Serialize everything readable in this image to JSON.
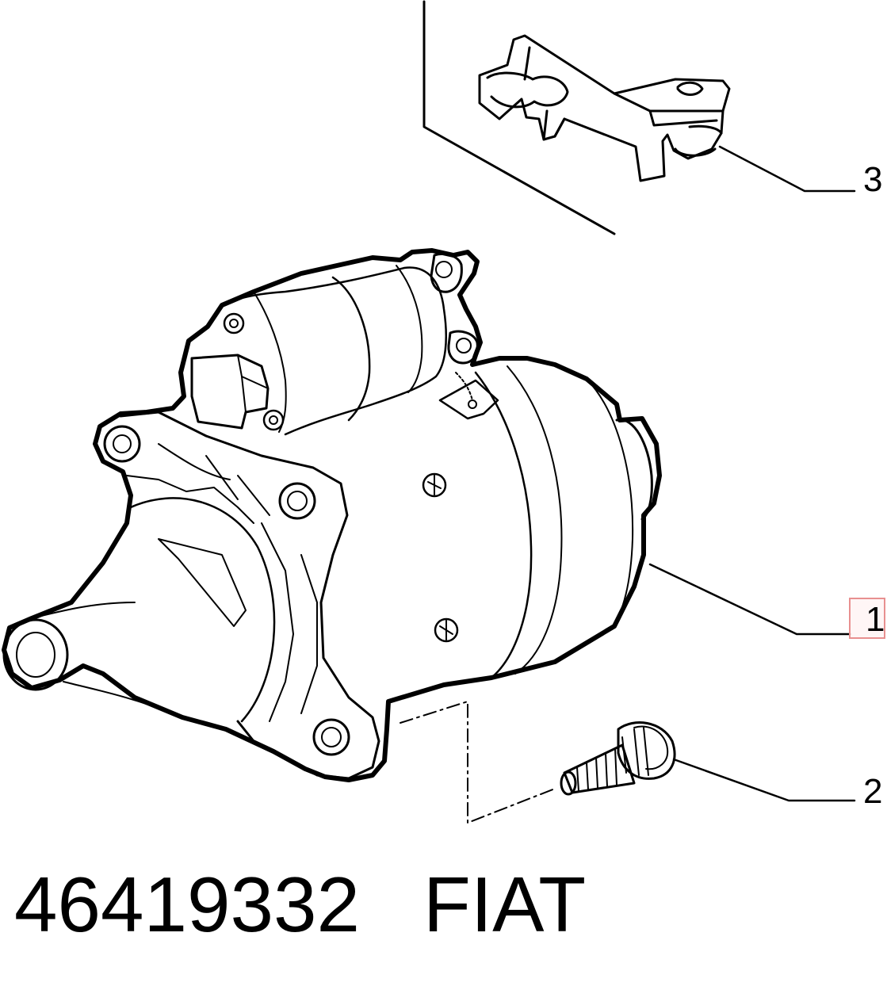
{
  "callouts": {
    "item_3": "3",
    "item_1": "1",
    "item_2": "2"
  },
  "caption": {
    "part_number": "46419332",
    "brand": "FIAT"
  },
  "colors": {
    "line": "#000000",
    "highlight_border": "#e89090",
    "background": "#ffffff"
  }
}
